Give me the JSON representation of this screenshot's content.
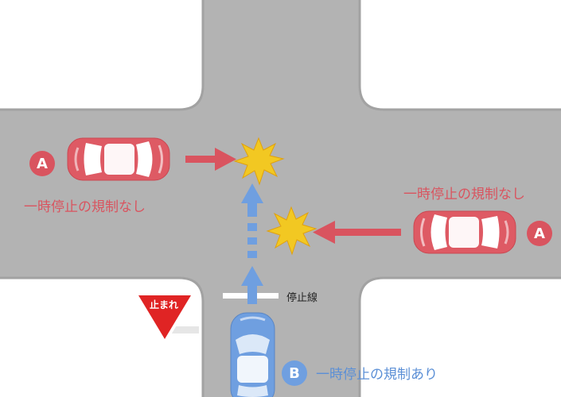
{
  "colors": {
    "road": "#b3b3b3",
    "road_edge": "#9e9e9e",
    "car_red": "#de5a64",
    "car_blue": "#6f9fe0",
    "arrow_red": "#d9545f",
    "arrow_blue": "#6f9fe0",
    "collision": "#f2c822",
    "stop_sign": "#e02424"
  },
  "car_a_left": {
    "badge": "A",
    "label": "一時停止の規制なし"
  },
  "car_a_right": {
    "badge": "A",
    "label": "一時停止の規制なし"
  },
  "car_b": {
    "badge": "B",
    "label": "一時停止の規制あり"
  },
  "stop_sign": {
    "text": "止まれ"
  },
  "stop_line": {
    "label": "停止線"
  }
}
